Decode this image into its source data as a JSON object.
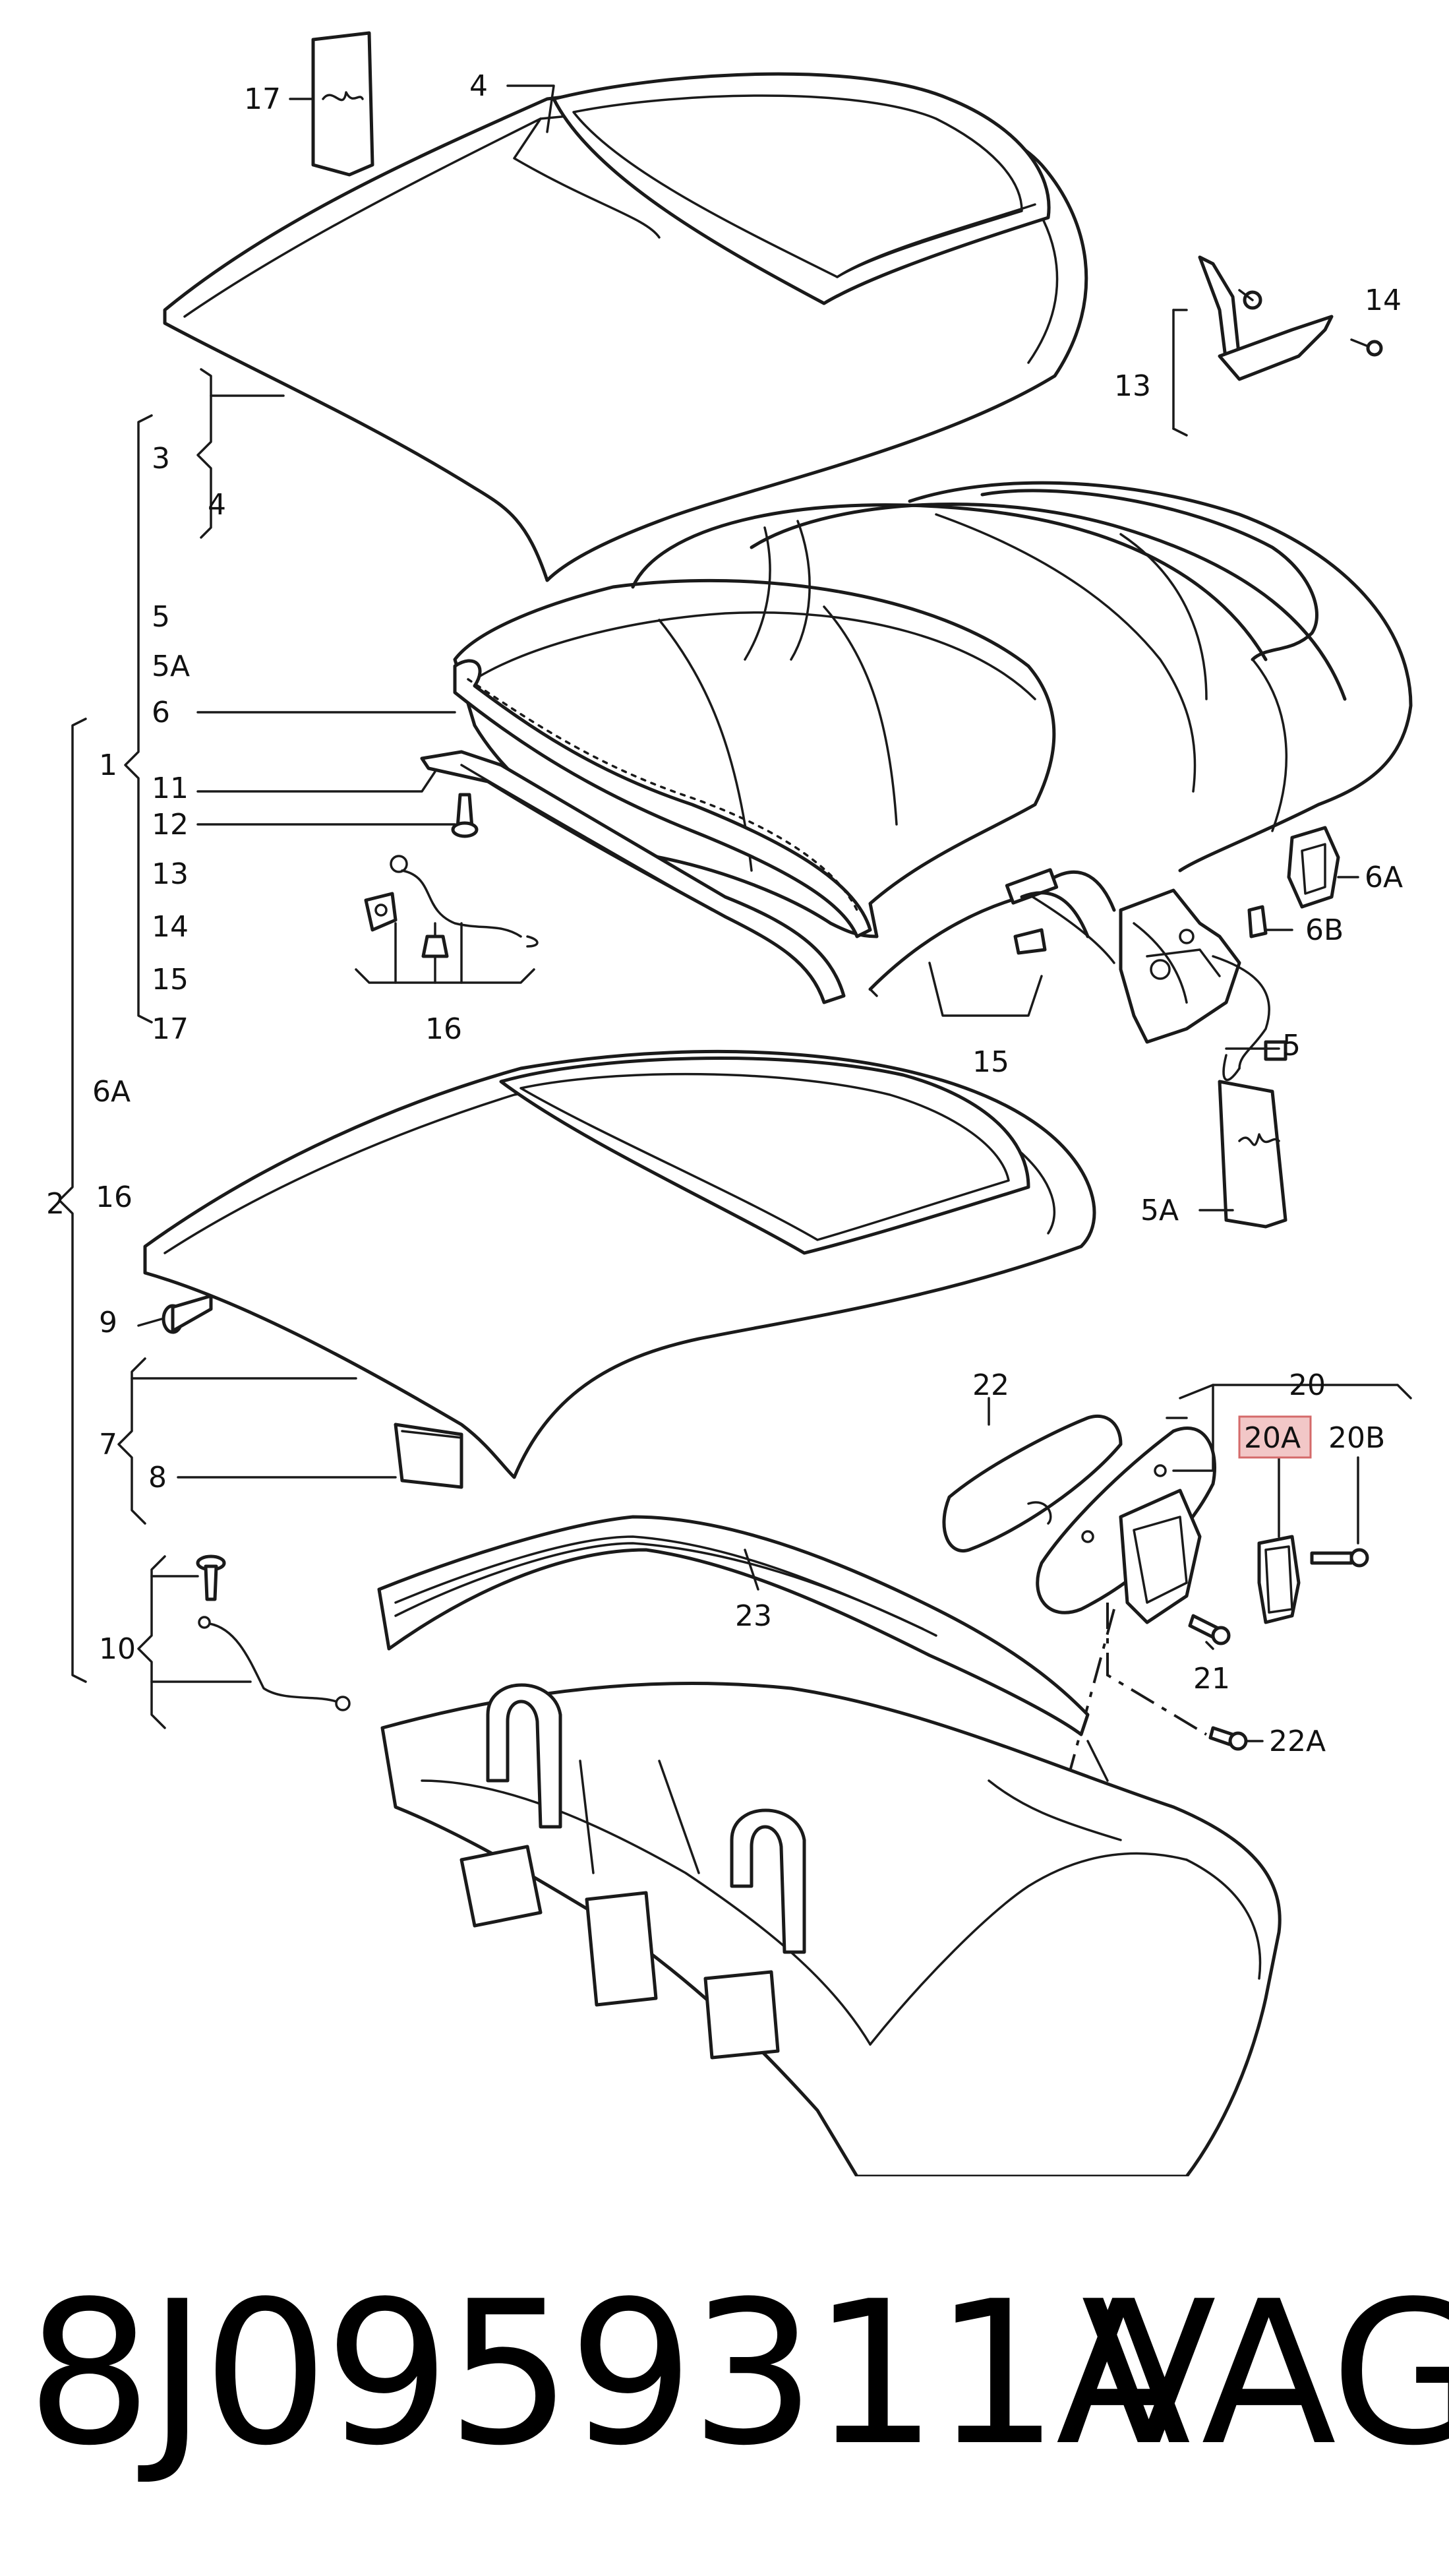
{
  "diagram": {
    "labels": {
      "l17_top": "17",
      "l4_top": "4",
      "l3": "3",
      "l4_group": "4",
      "l5": "5",
      "l5a": "5A",
      "l6": "6",
      "l1": "1",
      "l11": "11",
      "l12": "12",
      "l13_list": "13",
      "l14_list": "14",
      "l15_list": "15",
      "l17_list": "17",
      "l6a_list": "6A",
      "l2": "2",
      "l16_list": "16",
      "l9": "9",
      "l7": "7",
      "l8": "8",
      "l10": "10",
      "l16_part": "16",
      "l15_part": "15",
      "l13_part": "13",
      "l14_part": "14",
      "l6a_part": "6A",
      "l6b_part": "6B",
      "l5_part": "5",
      "l5a_part": "5A",
      "l22": "22",
      "l20": "20",
      "l20a": "20A",
      "l20b": "20B",
      "l21": "21",
      "l22a": "22A",
      "l23": "23"
    },
    "highlight_color": "#f2c7c7",
    "highlight_border": "#d46a6a"
  },
  "caption": {
    "part_number": "8J0959311A",
    "brand": "VAG"
  }
}
